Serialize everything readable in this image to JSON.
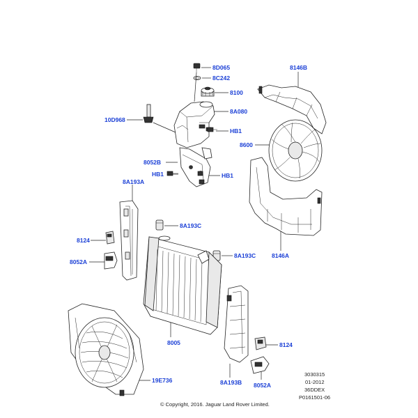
{
  "callouts": {
    "c8D065": "8D065",
    "c8C242": "8C242",
    "c8100": "8100",
    "c8A080": "8A080",
    "c10D968": "10D968",
    "cHB1a": "HB1",
    "c8052B": "8052B",
    "cHB1b": "HB1",
    "cHB1c": "HB1",
    "c8146B": "8146B",
    "c8600": "8600",
    "c8A193A": "8A193A",
    "c8A193Ca": "8A193C",
    "c8124a": "8124",
    "c8052Aa": "8052A",
    "c8A193Cb": "8A193C",
    "c8146A": "8146A",
    "c8005": "8005",
    "c8124b": "8124",
    "c19E736": "19E736",
    "c8A193B": "8A193B",
    "c8052Ab": "8052A"
  },
  "reference": {
    "line1": "3030315",
    "line2": "01-2012",
    "line3": "36DDEX",
    "line4": "P0161501-06"
  },
  "copyright": "© Copyright, 2016. Jaguar Land Rover Limited."
}
